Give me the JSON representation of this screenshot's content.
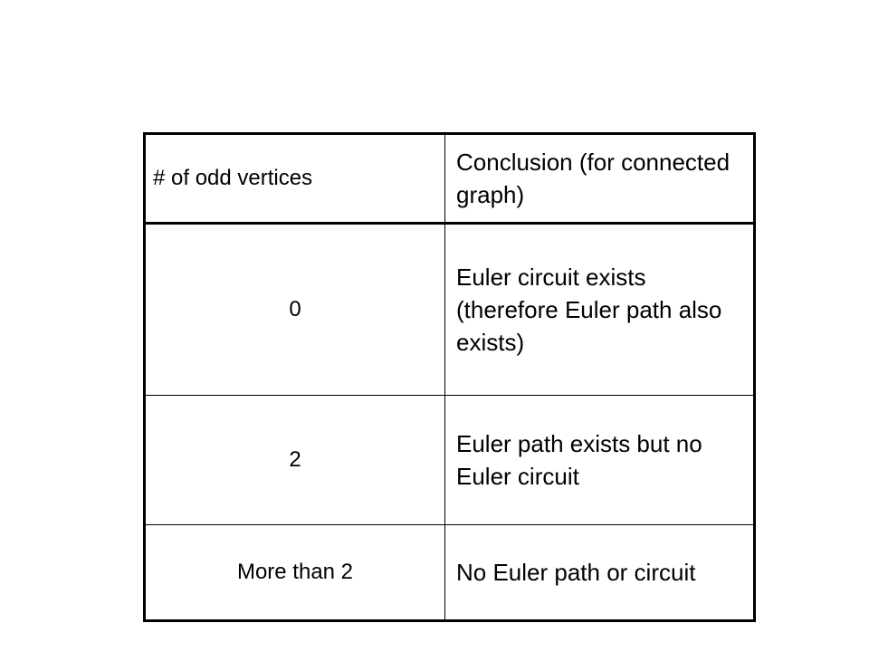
{
  "table": {
    "header": {
      "col1": "# of odd vertices",
      "col2": "Conclusion (for connected graph)"
    },
    "rows": [
      {
        "odd_vertices": "0",
        "conclusion": "Euler circuit exists (therefore Euler path also exists)"
      },
      {
        "odd_vertices": "2",
        "conclusion": "Euler path exists but no Euler circuit"
      },
      {
        "odd_vertices": "More than 2",
        "conclusion": "No Euler path or circuit"
      }
    ]
  }
}
